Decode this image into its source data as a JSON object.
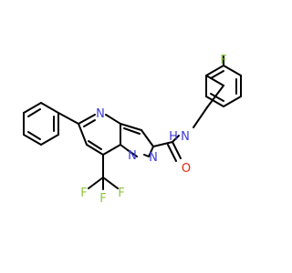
{
  "colors": {
    "background": "#ffffff",
    "bond": "#000000",
    "nitrogen": "#3b3bdc",
    "oxygen": "#e8220c",
    "fluorine": "#8dc63f"
  },
  "atoms": {
    "fluoro_top": "F",
    "ring_n_top": "N",
    "ring_n_bridge": "N",
    "ring_n_pyrazole": "N",
    "amide_n": "N",
    "amide_h": "H",
    "carbonyl_o": "O",
    "cf3_f_left": "F",
    "cf3_f_bottom": "F",
    "cf3_f_right": "F"
  }
}
